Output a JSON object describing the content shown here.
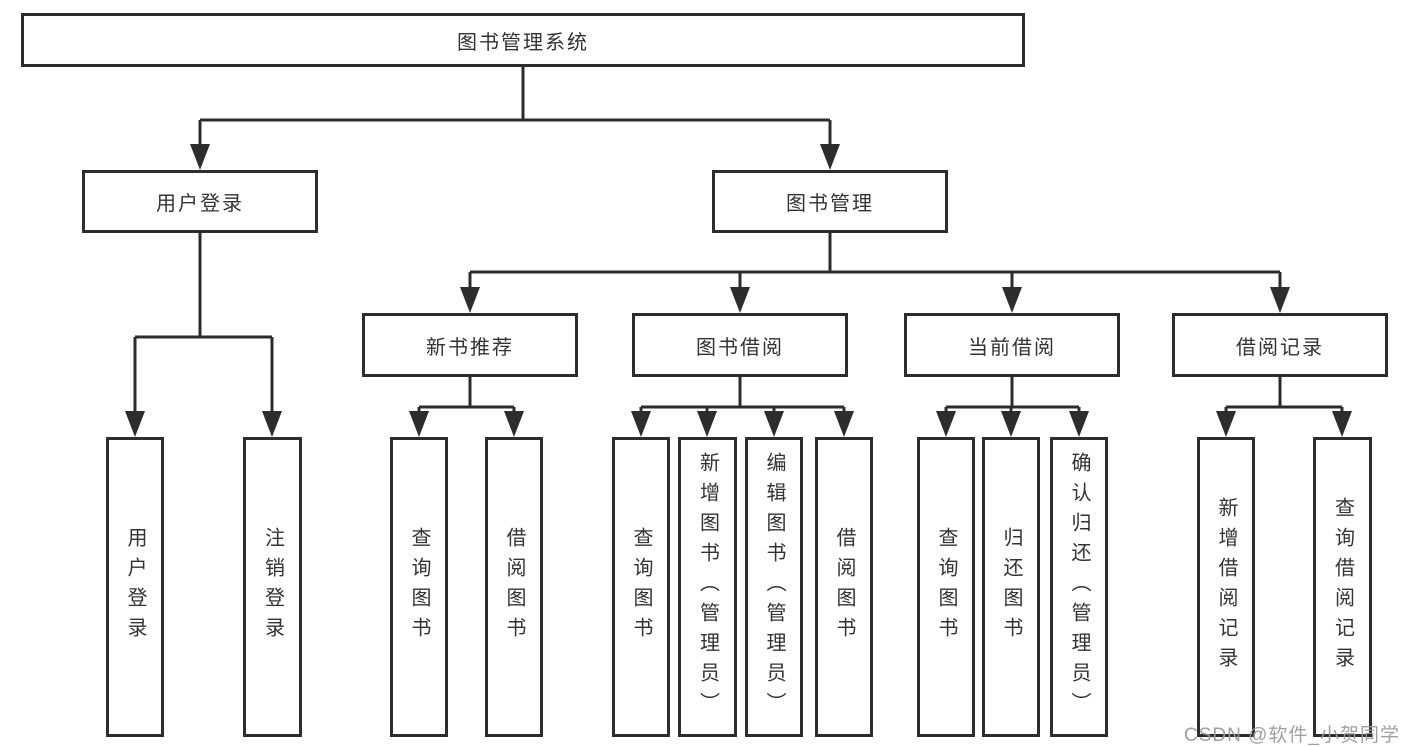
{
  "diagram": {
    "title": "图书管理系统",
    "type": "hierarchy-tree",
    "colors": {
      "line": "#2d2d2d",
      "box_border": "#2d2d2d",
      "box_fill": "#ffffff",
      "text": "#333333",
      "watermark": "#9b9b9b"
    },
    "nodes": {
      "root": {
        "label": "图书管理系统"
      },
      "user_login": {
        "label": "用户登录"
      },
      "book_mgmt": {
        "label": "图书管理"
      },
      "leaf_user_login": {
        "label": "用户登录"
      },
      "leaf_logout": {
        "label": "注销登录"
      },
      "new_book_rec": {
        "label": "新书推荐"
      },
      "book_borrow": {
        "label": "图书借阅"
      },
      "current_borrow": {
        "label": "当前借阅"
      },
      "borrow_records": {
        "label": "借阅记录"
      },
      "rec_query_books": {
        "label": "查询图书"
      },
      "rec_borrow_books": {
        "label": "借阅图书"
      },
      "bb_query_books": {
        "label": "查询图书"
      },
      "bb_add_books": {
        "label": "新增图书（管理员）"
      },
      "bb_edit_books": {
        "label": "编辑图书（管理员）"
      },
      "bb_borrow_books": {
        "label": "借阅图书"
      },
      "cb_query_books": {
        "label": "查询图书"
      },
      "cb_return_books": {
        "label": "归还图书"
      },
      "cb_confirm_return": {
        "label": "确认归还（管理员）"
      },
      "br_add_record": {
        "label": "新增借阅记录"
      },
      "br_query_record": {
        "label": "查询借阅记录"
      }
    },
    "edges": [
      "root->user_login",
      "root->book_mgmt",
      "user_login->leaf_user_login",
      "user_login->leaf_logout",
      "book_mgmt->new_book_rec",
      "book_mgmt->book_borrow",
      "book_mgmt->current_borrow",
      "book_mgmt->borrow_records",
      "new_book_rec->rec_query_books",
      "new_book_rec->rec_borrow_books",
      "book_borrow->bb_query_books",
      "book_borrow->bb_add_books",
      "book_borrow->bb_edit_books",
      "book_borrow->bb_borrow_books",
      "current_borrow->cb_query_books",
      "current_borrow->cb_return_books",
      "current_borrow->cb_confirm_return",
      "borrow_records->br_add_record",
      "borrow_records->br_query_record"
    ],
    "watermark": "CSDN @软件_小贺同学"
  }
}
